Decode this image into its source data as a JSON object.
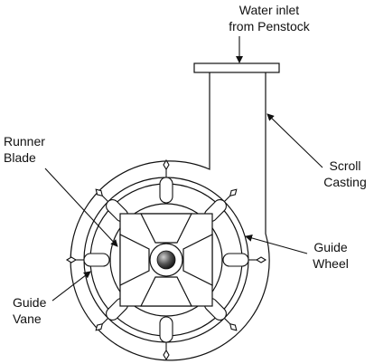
{
  "labels": {
    "inlet_line1": "Water inlet",
    "inlet_line2": "from Penstock",
    "scroll_line1": "Scroll",
    "scroll_line2": "Casting",
    "runner_line1": "Runner",
    "runner_line2": "Blade",
    "wheel_line1": "Guide",
    "wheel_line2": "Wheel",
    "vane_line1": "Guide",
    "vane_line2": "Vane"
  },
  "colors": {
    "stroke": "#111111",
    "background": "#ffffff",
    "hub": "#555555"
  }
}
